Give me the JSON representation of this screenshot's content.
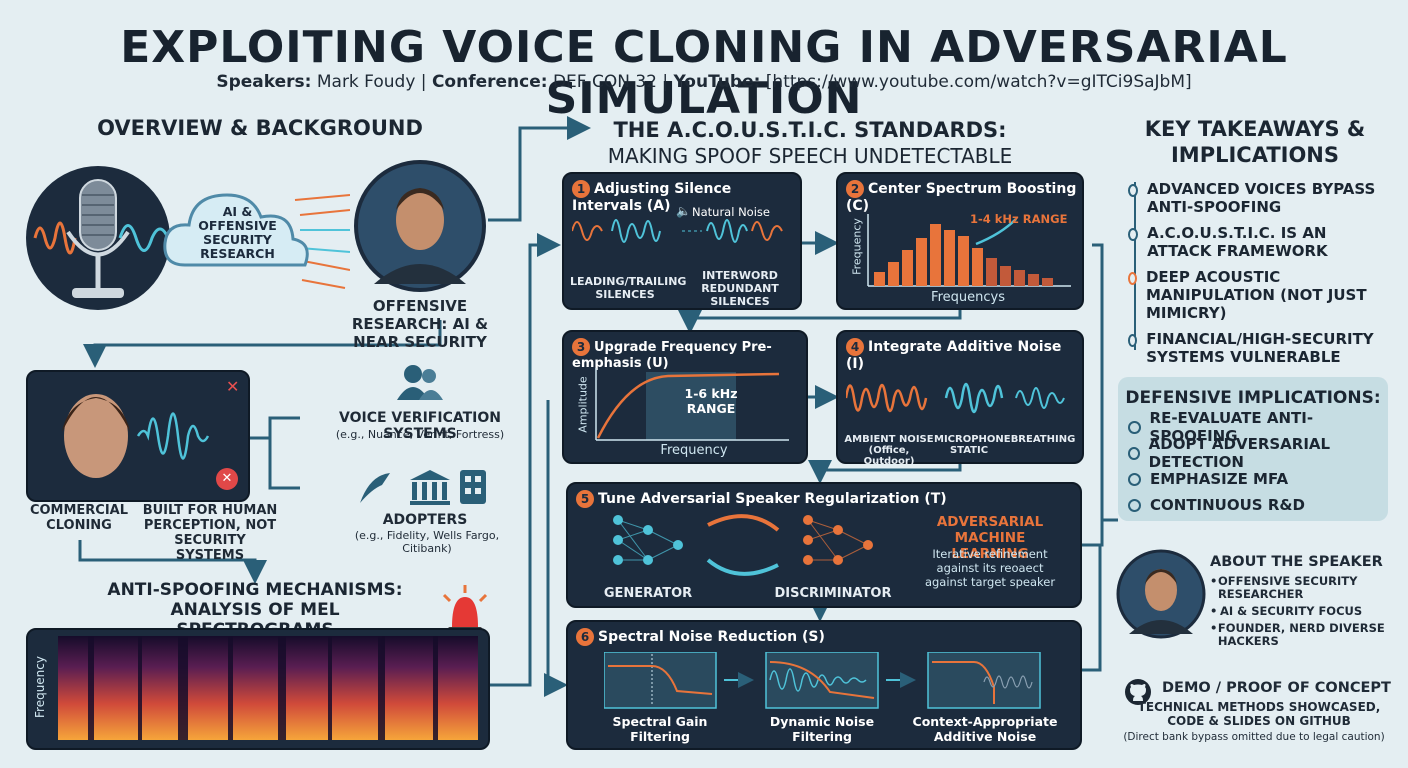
{
  "header": {
    "title": "EXPLOITING VOICE CLONING IN ADVERSARIAL SIMULATION",
    "speakers_label": "Speakers:",
    "speakers_value": "Mark Foudy",
    "conference_label": "Conference:",
    "conference_value": "DEF CON 32",
    "youtube_label": "YouTube:",
    "youtube_value": "[https://www.youtube.com/watch?v=gITCi9SaJbM]"
  },
  "overview": {
    "heading": "OVERVIEW & BACKGROUND",
    "cloud_text": "AI & OFFENSIVE SECURITY RESEARCH",
    "research_caption": "OFFENSIVE RESEARCH: AI & NEAR SECURITY",
    "commercial_label": "COMMERCIAL CLONING",
    "built_for_label": "BUILT FOR HUMAN PERCEPTION, NOT SECURITY SYSTEMS",
    "voice_verification_title": "VOICE VERIFICATION SYSTEMS",
    "voice_verification_examples": "(e.g., Nuance, Verint, Fortress)",
    "adopters_title": "ADOPTERS",
    "adopters_examples": "(e.g., Fidelity, Wells Fargo, Citibank)",
    "antispoof_heading": "ANTI-SPOOFING MECHANISMS: ANALYSIS OF MEL SPECTROGRAMS",
    "spectrogram_axis": "Frequency"
  },
  "acoustic": {
    "heading_line1": "THE A.C.O.U.S.T.I.C. STANDARDS:",
    "heading_line2": "MAKING SPOOF SPEECH UNDETECTABLE",
    "panels": [
      {
        "num": "1",
        "title": "Adjusting Silence Intervals (A)",
        "labels": [
          "Natural Noise",
          "LEADING/TRAILING SILENCES",
          "INTERWORD REDUNDANT SILENCES"
        ]
      },
      {
        "num": "2",
        "title": "Center Spectrum Boosting (C)",
        "labels": [
          "1-4 kHz RANGE",
          "Frequency",
          "Frequencys"
        ]
      },
      {
        "num": "3",
        "title": "Upgrade Frequency Pre-emphasis (U)",
        "labels": [
          "1-6 kHz RANGE",
          "Amplitude",
          "Frequency"
        ]
      },
      {
        "num": "4",
        "title": "Integrate Additive Noise (I)",
        "labels": [
          "AMBIENT NOISE (Office, Outdoor)",
          "MICROPHONE STATIC",
          "BREATHING"
        ]
      },
      {
        "num": "5",
        "title": "Tune Adversarial Speaker Regularization (T)",
        "labels": [
          "GENERATOR",
          "DISCRIMINATOR",
          "ADVERSARIAL MACHINE LEARNING",
          "Iterative refinement against its reoaect against target speaker"
        ]
      },
      {
        "num": "6",
        "title": "Spectral Noise Reduction (S)",
        "labels": [
          "Spectral Gain Filtering",
          "Dynamic Noise Filtering",
          "Context-Appropriate Additive Noise"
        ]
      }
    ]
  },
  "takeaways": {
    "heading": "KEY TAKEAWAYS & IMPLICATIONS",
    "items": [
      "ADVANCED VOICES BYPASS ANTI-SPOOFING",
      "A.C.O.U.S.T.I.C. IS AN ATTACK FRAMEWORK",
      "DEEP ACOUSTIC MANIPULATION (NOT JUST MIMICRY)",
      "FINANCIAL/HIGH-SECURITY SYSTEMS VULNERABLE"
    ],
    "defensive_heading": "DEFENSIVE IMPLICATIONS:",
    "defensive_items": [
      "RE-EVALUATE ANTI-SPOOFING",
      "ADOPT ADVERSARIAL DETECTION",
      "EMPHASIZE MFA",
      "CONTINUOUS R&D"
    ]
  },
  "speaker": {
    "heading": "ABOUT THE SPEAKER",
    "items": [
      "OFFENSIVE SECURITY RESEARCHER",
      "AI & SECURITY FOCUS",
      "FOUNDER, NERD DIVERSE HACKERS"
    ]
  },
  "demo": {
    "heading": "DEMO / PROOF OF CONCEPT",
    "text": "TECHNICAL METHODS SHOWCASED, CODE & SLIDES ON GITHUB",
    "note": "(Direct bank bypass omitted due to legal caution)"
  },
  "colors": {
    "orange": "#e8743b",
    "teal": "#4fc3d9",
    "navy": "#1c2b3d",
    "connector": "#2a5f78"
  }
}
